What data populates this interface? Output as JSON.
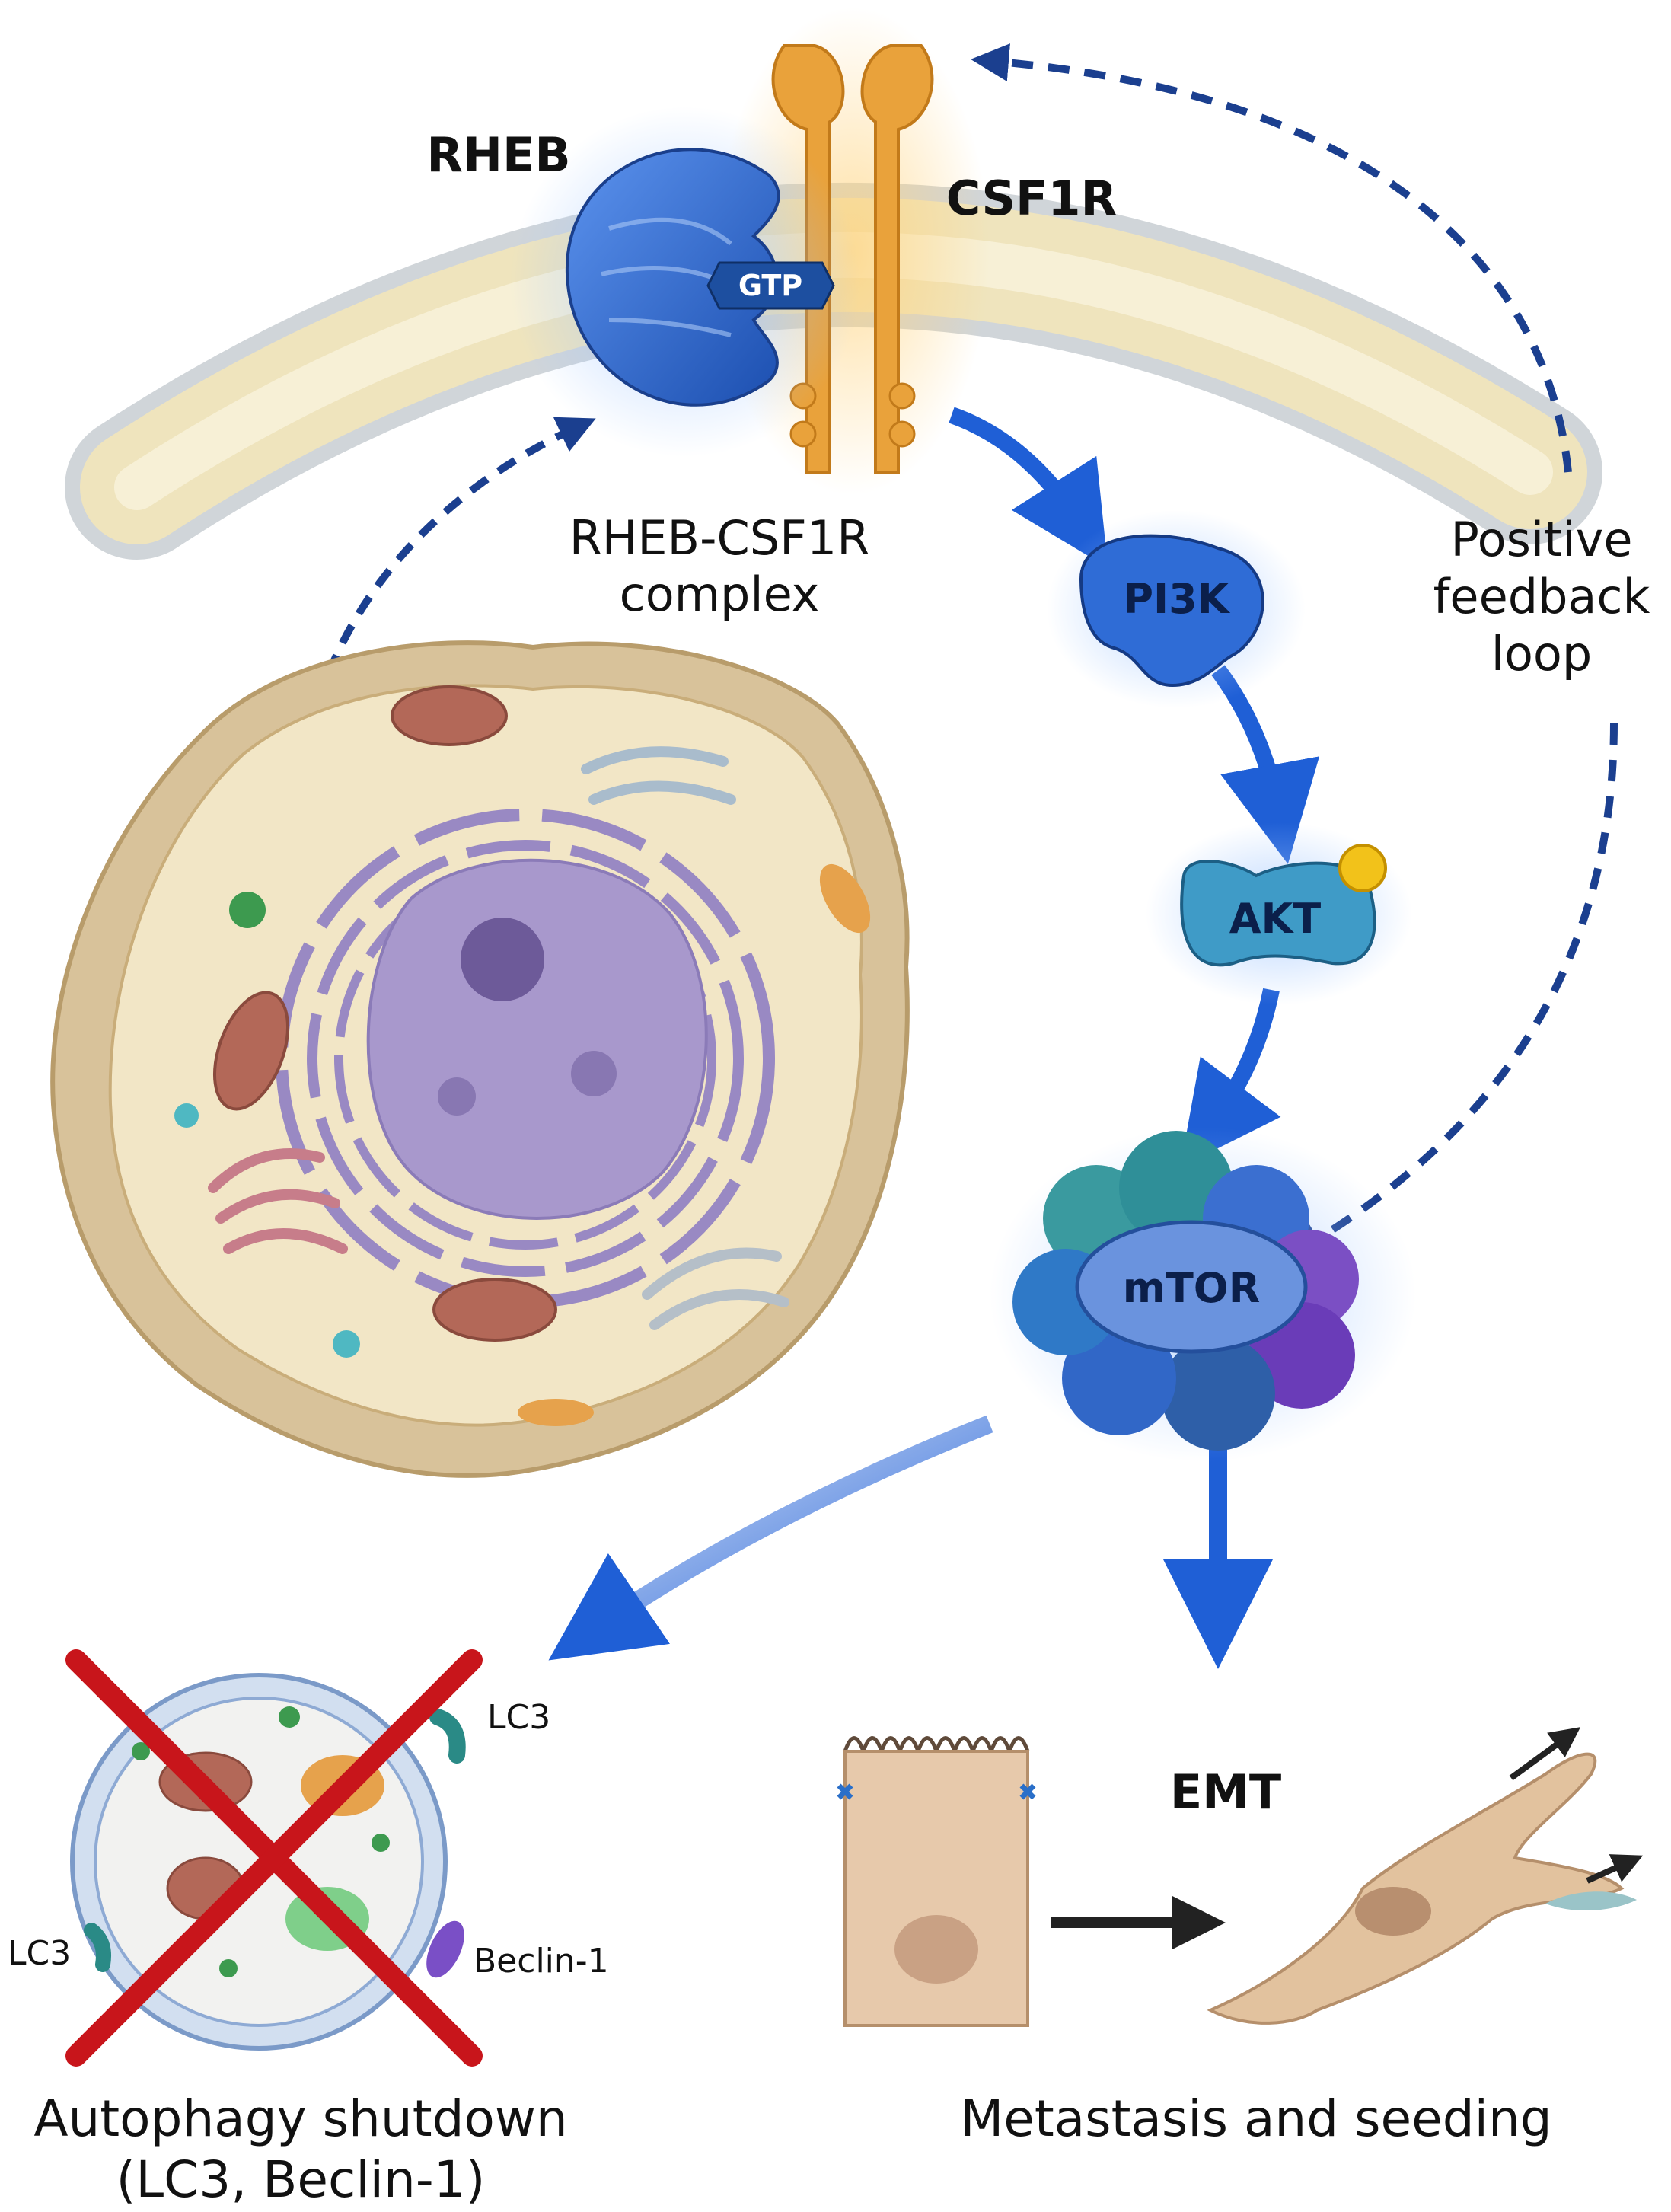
{
  "labels": {
    "rheb": "RHEB",
    "csf1r": "CSF1R",
    "gtp": "GTP",
    "complex_line1": "RHEB-CSF1R",
    "complex_line2": "complex",
    "pi3k": "PI3K",
    "akt": "AKT",
    "mtor": "mTOR",
    "feedback_line1": "Positive",
    "feedback_line2": "feedback",
    "feedback_line3": "loop",
    "lc3_top": "LC3",
    "lc3_left": "LC3",
    "beclin": "Beclin-1",
    "emt": "EMT",
    "autophagy_line1": "Autophagy shutdown",
    "autophagy_line2": "(LC3, Beclin-1)",
    "metastasis": "Metastasis and seeding"
  },
  "colors": {
    "membrane": "#e9dcae",
    "membrane_bead": "#b8bec4",
    "rheb_blue": "#2f6cd6",
    "csf1r_orange": "#e9a23b",
    "arrow_blue": "#1f5fd6",
    "dashed_navy": "#1b3f8f",
    "cell_tan": "#d8c29a",
    "nucleus_purple": "#9f8fc8",
    "cross_red": "#c8151b"
  }
}
